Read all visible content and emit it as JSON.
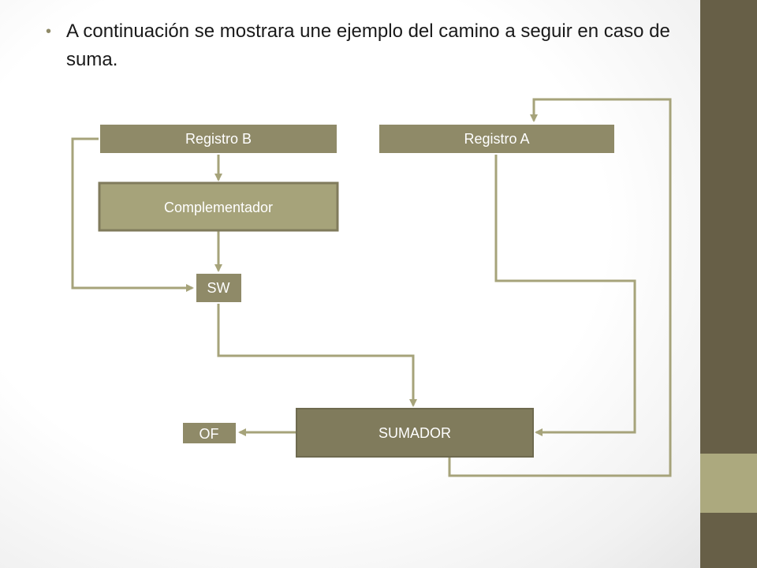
{
  "bullet": {
    "text": "A continuación se mostrara une ejemplo del camino a seguir en caso de suma."
  },
  "diagram": {
    "registro_b": "Registro  B",
    "registro_a": "Registro  A",
    "complementador": "Complementador",
    "sw": "SW",
    "sumador": "SUMADOR",
    "of": "OF"
  },
  "colors": {
    "box_fill": "#8f8a68",
    "box_fill_dark": "#807b5c",
    "connector": "#a6a37a",
    "side_bar": "#675f47",
    "side_accent": "#aca97e"
  }
}
